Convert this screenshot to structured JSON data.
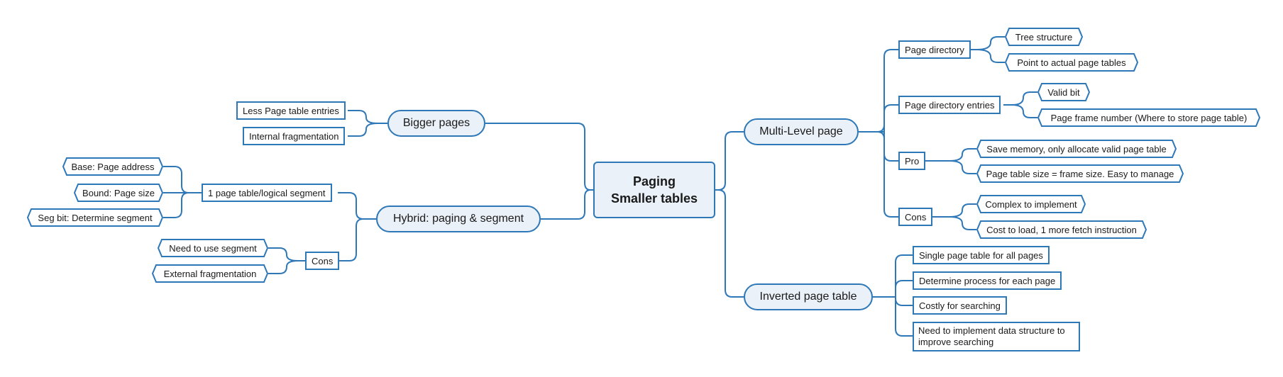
{
  "root": {
    "line1": "Paging",
    "line2": "Smaller tables"
  },
  "left": {
    "bigger_pages": {
      "label": "Bigger pages",
      "children": [
        "Less Page table entries",
        "Internal fragmentation"
      ]
    },
    "hybrid": {
      "label": "Hybrid: paging & segment",
      "segment": {
        "label": "1 page table/logical segment",
        "children": [
          "Base: Page address",
          "Bound: Page size",
          "Seg bit: Determine segment"
        ]
      },
      "cons": {
        "label": "Cons",
        "children": [
          "Need to use segment",
          "External fragmentation"
        ]
      }
    }
  },
  "right": {
    "multi_level": {
      "label": "Multi-Level page",
      "page_directory": {
        "label": "Page directory",
        "children": [
          "Tree structure",
          "Point to actual page tables"
        ]
      },
      "page_directory_entries": {
        "label": "Page directory entries",
        "children": [
          "Valid bit",
          "Page frame number (Where to store page table)"
        ]
      },
      "pro": {
        "label": "Pro",
        "children": [
          "Save memory, only allocate valid page table",
          "Page table size = frame size. Easy to manage"
        ]
      },
      "cons": {
        "label": "Cons",
        "children": [
          "Complex to implement",
          "Cost to load, 1 more fetch instruction"
        ]
      }
    },
    "inverted": {
      "label": "Inverted page table",
      "children": [
        "Single page table for all pages",
        "Determine process for each page",
        "Costly for searching",
        "Need to implement data structure to improve searching"
      ]
    }
  },
  "colors": {
    "stroke": "#2f78b8",
    "fill": "#eaf1f8"
  }
}
